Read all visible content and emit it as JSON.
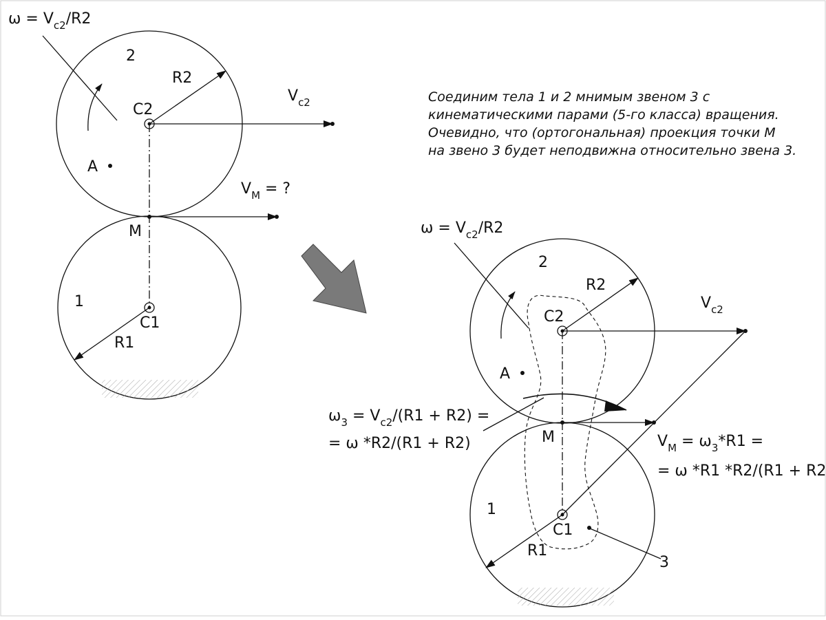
{
  "top": {
    "omega_formula": {
      "lead": "ω = V",
      "sub": "c2",
      "tail": "/R2"
    },
    "wheel2_number": "2",
    "wheel1_number": "1",
    "radius2_label": "R2",
    "radius1_label": "R1",
    "center2_label": "C2",
    "center1_label": "C1",
    "point_a_label": "A",
    "point_m_label": "M",
    "vc2_label": {
      "lead": "V",
      "sub": "c2"
    },
    "vm_label": {
      "lead": "V",
      "sub": "M",
      "tail": " = ?"
    }
  },
  "note_lines": [
    "Соединим тела 1 и 2 мнимым звеном 3 с",
    "кинематическими парами (5-го класса) вращения.",
    "Очевидно, что (ортогональная) проекция точки М",
    "на звено 3 будет неподвижна относительно звена 3."
  ],
  "bottom": {
    "omega_formula": {
      "lead": "ω = V",
      "sub": "c2",
      "tail": "/R2"
    },
    "wheel2_number": "2",
    "wheel1_number": "1",
    "radius2_label": "R2",
    "radius1_label": "R1",
    "center2_label": "C2",
    "center1_label": "C1",
    "point_a_label": "A",
    "point_m_label": "M",
    "vc2_label": {
      "lead": "V",
      "sub": "c2"
    },
    "link3_label": "3",
    "omega3_line1": {
      "lead": "ω",
      "sub": "3",
      "mid": " = V",
      "sub2": "c2",
      "tail": "/(R1 + R2) ="
    },
    "omega3_line2": "= ω *R2/(R1 + R2)",
    "vm_line1": {
      "lead": "V",
      "sub": "M",
      "mid": " = ω",
      "sub2": "3",
      "tail": "*R1 ="
    },
    "vm_line2": "= ω *R1 *R2/(R1 + R2)"
  },
  "colors": {
    "ink": "#111111",
    "arrow_fill": "#7a7a7a",
    "hatch": "#aaaaaa",
    "border": "#cfcfcf"
  }
}
